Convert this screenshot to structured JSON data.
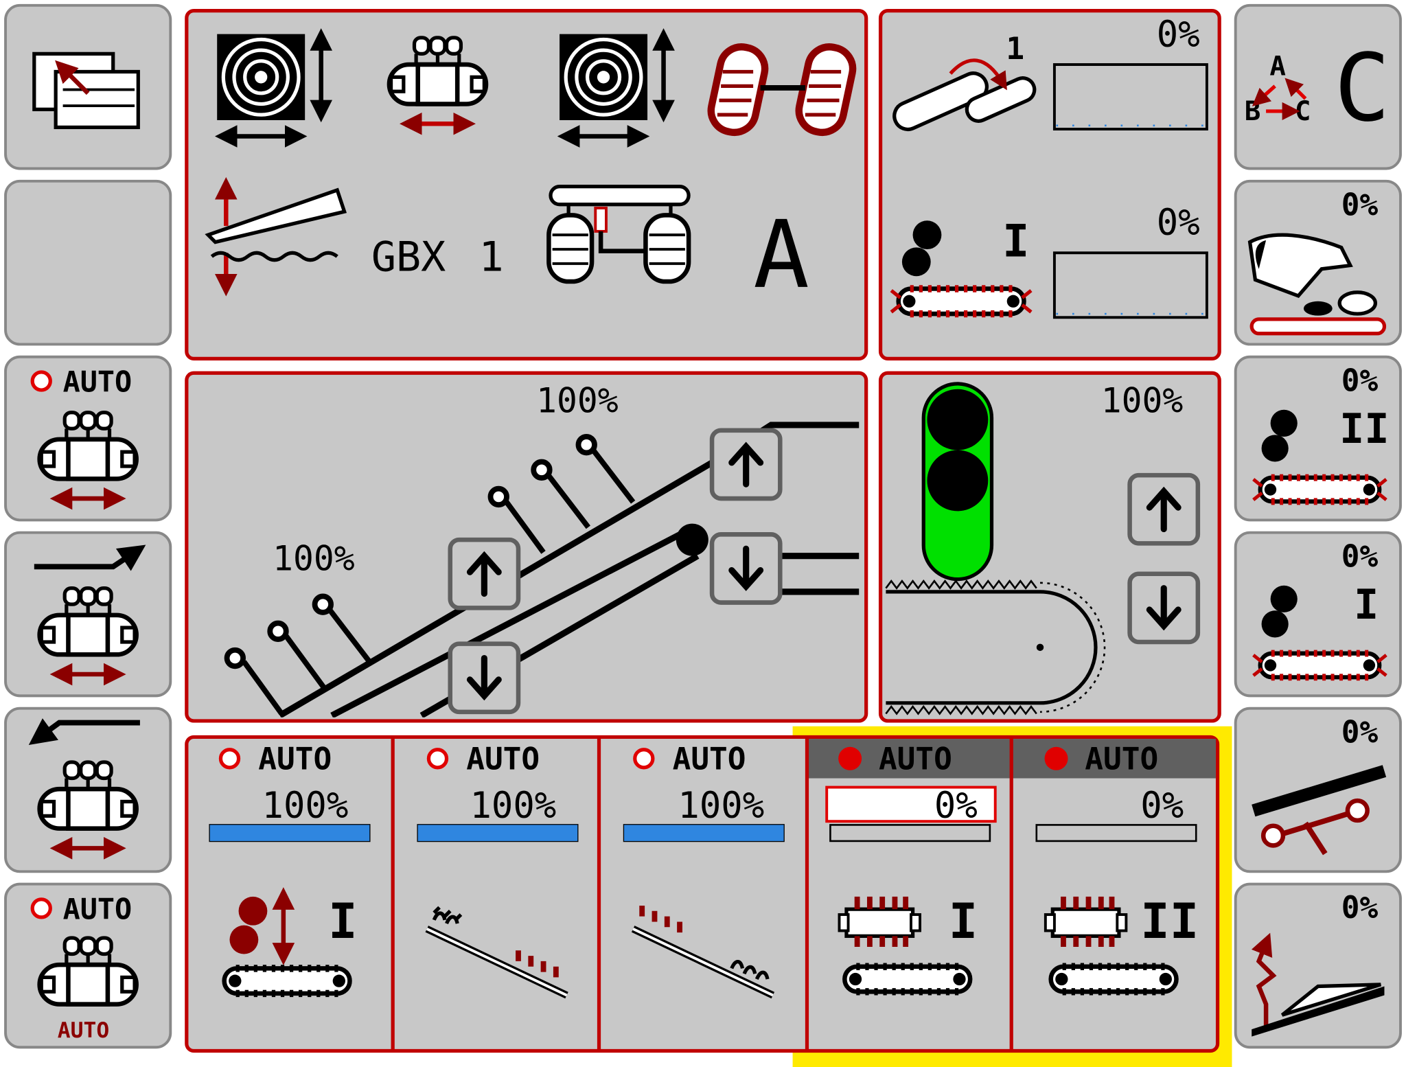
{
  "colors": {
    "background": "#c8c8c8",
    "panel_border": "#c00000",
    "accent_dark_red": "#8b0000",
    "signal_green": "#00e000",
    "fill_blue": "#2f86e0",
    "highlight_yellow": "#ffea00",
    "active_header": "#606060",
    "indicator_red": "#e00000"
  },
  "left_softkeys": [
    {
      "icon": "screen-switch-icon",
      "label": ""
    },
    {
      "icon": "",
      "label": ""
    },
    {
      "icon": "web-width-auto-icon",
      "label": "AUTO",
      "indicator": "off"
    },
    {
      "icon": "web-shift-right-icon",
      "label": ""
    },
    {
      "icon": "web-shift-left-icon",
      "label": ""
    },
    {
      "icon": "web-auto-mode-icon",
      "label": "AUTO",
      "indicator": "off",
      "sublabel": "AUTO"
    }
  ],
  "right_softkeys": [
    {
      "icon": "abc-cycle-icon",
      "value": "C"
    },
    {
      "icon": "hand-picking-table-icon",
      "value": "0%"
    },
    {
      "icon": "conveyor-II-icon",
      "value": "0%",
      "roman": "II"
    },
    {
      "icon": "conveyor-I-icon",
      "value": "0%",
      "roman": "I"
    },
    {
      "icon": "separator-roller-icon",
      "value": "0%"
    },
    {
      "icon": "lift-height-icon",
      "value": "0%"
    }
  ],
  "top_left_panel": {
    "gearbox_label": "GBX",
    "gearbox_value": "1",
    "mode_letter": "A"
  },
  "top_right_panel": {
    "row1": {
      "step": "1",
      "value": "0%"
    },
    "row2": {
      "roman": "I",
      "value": "0%"
    }
  },
  "middle_left_panel": {
    "upper_value": "100%",
    "lower_value": "100%"
  },
  "middle_right_panel": {
    "value": "100%"
  },
  "bottom_panels": [
    {
      "label": "AUTO",
      "value": "100%",
      "fill": 1.0,
      "active": false,
      "roman": "I",
      "icon": "cleaning-roller-icon"
    },
    {
      "label": "AUTO",
      "value": "100%",
      "fill": 1.0,
      "active": false,
      "roman": "",
      "icon": "haulm-web-a-icon"
    },
    {
      "label": "AUTO",
      "value": "100%",
      "fill": 1.0,
      "active": false,
      "roman": "",
      "icon": "haulm-web-b-icon"
    },
    {
      "label": "AUTO",
      "value": "0%",
      "fill": 0.0,
      "active": true,
      "roman": "I",
      "icon": "roller-separator-I-icon"
    },
    {
      "label": "AUTO",
      "value": "0%",
      "fill": 0.0,
      "active": true,
      "roman": "II",
      "icon": "roller-separator-II-icon"
    }
  ]
}
